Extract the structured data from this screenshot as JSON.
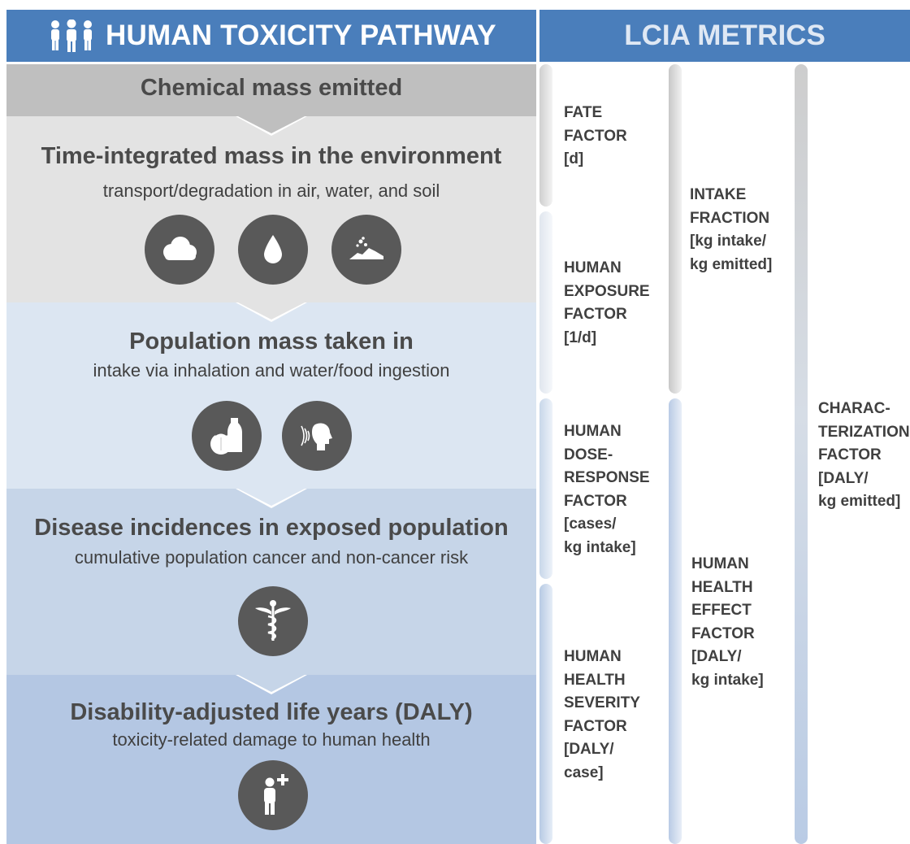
{
  "header": {
    "left_title": "HUMAN TOXICITY PATHWAY",
    "right_title": "LCIA METRICS",
    "icon": "people-icon"
  },
  "stages": [
    {
      "title": "Chemical mass emitted",
      "subtitle": ""
    },
    {
      "title": "Time-integrated mass in the environment",
      "subtitle": "transport/degradation in air, water, and soil",
      "icons": [
        "cloud-icon",
        "water-drop-icon",
        "soil-icon"
      ]
    },
    {
      "title": "Population mass taken in",
      "subtitle": "intake via inhalation and water/food ingestion",
      "icons": [
        "food-drink-icon",
        "inhalation-icon"
      ]
    },
    {
      "title": "Disease incidences in exposed population",
      "subtitle": "cumulative population cancer and non-cancer risk",
      "icons": [
        "caduceus-icon"
      ]
    },
    {
      "title": "Disability-adjusted life years (DALY)",
      "subtitle": "toxicity-related damage to human health",
      "icons": [
        "person-plus-icon"
      ]
    }
  ],
  "metrics": {
    "fate": "FATE\nFACTOR\n[d]",
    "exposure": "HUMAN\nEXPOSURE\nFACTOR\n[1/d]",
    "dose_response": "HUMAN\nDOSE-\nRESPONSE\nFACTOR\n[cases/\nkg intake]",
    "severity": "HUMAN\nHEALTH\nSEVERITY\nFACTOR\n[DALY/\ncase]",
    "intake_fraction": "INTAKE\nFRACTION\n[kg intake/\nkg emitted]",
    "effect": "HUMAN\nHEALTH\nEFFECT\nFACTOR\n[DALY/\nkg intake]",
    "characterization": "CHARAC-\nTERIZATION\nFACTOR\n[DALY/\nkg emitted]"
  },
  "colors": {
    "header": "#4a7ebb",
    "stage0": "#bfbfbf",
    "stage1": "#e3e3e3",
    "stage2": "#dce6f2",
    "stage3": "#c6d5e8",
    "stage4": "#b4c7e3",
    "icon_circle": "#595959",
    "text": "#404040"
  }
}
